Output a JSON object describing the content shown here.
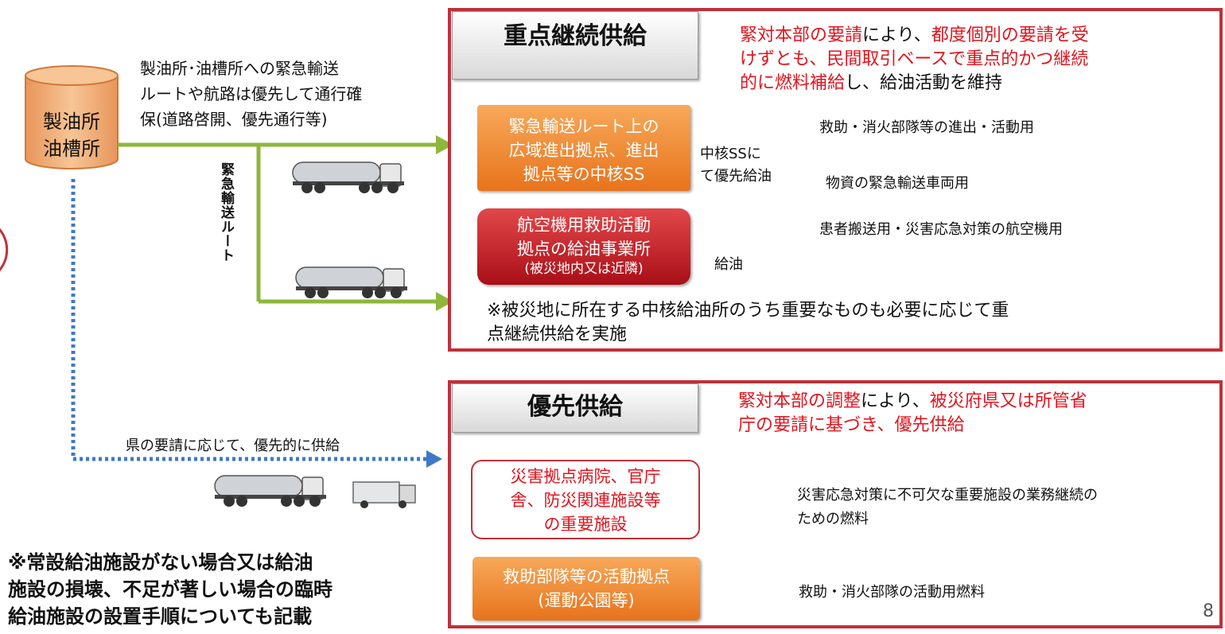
{
  "source": {
    "line1": "製油所",
    "line2": "油槽所",
    "route_note_l1": "製油所･油槽所への緊急輸送",
    "route_note_l2": "ルートや航路は優先して通行確",
    "route_note_l3": "保(道路啓開、優先通行等)",
    "vertical_label": "緊急輸送ルート",
    "dotted_label": "県の要請に応じて、優先的に供給"
  },
  "continuous": {
    "title": "重点継続供給",
    "desc_l1_a": "緊対本部の要請",
    "desc_l1_b": "により、",
    "desc_l1_c": "都度個別の要請を受",
    "desc_l2": "けずとも、民間取引ベースで重点的かつ継続",
    "desc_l3_a": "的に燃料補給",
    "desc_l3_b": "し、給油活動を維持",
    "box1_l1": "緊急輸送ルート上の",
    "box1_l2": "広域進出拠点、進出",
    "box1_l3": "拠点等の中核SS",
    "arrow1_l1": "中核SSに",
    "arrow1_l2": "て優先給油",
    "vehicles_label": "救助・消火部隊等の進出・活動用",
    "goods_label": "物資の緊急輸送車両用",
    "box2_l1": "航空機用救助活動",
    "box2_l2": "拠点の給油事業所",
    "box2_l3": "(被災地内又は近隣)",
    "arrow2_label": "給油",
    "aircraft_label": "患者搬送用・災害応急対策の航空機用",
    "note_l1": "※被災地に所在する中核給油所のうち重要なものも必要に応じて重",
    "note_l2": "点継続供給を実施"
  },
  "priority": {
    "title": "優先供給",
    "desc_l1_a": "緊対本部の調整",
    "desc_l1_b": "により、",
    "desc_l1_c": "被災府県又は所管省",
    "desc_l2": "庁の要請に基づき、優先供給",
    "box1_l1": "災害拠点病院、官庁",
    "box1_l2": "舎、防災関連施設等",
    "box1_l3": "の重要施設",
    "brace1_l1": "災害応急対策に不可欠な重要施設の業務継続の",
    "brace1_l2": "ための燃料",
    "box2_l1": "救助部隊等の活動拠点",
    "box2_l2": "(運動公園等)",
    "brace2_label": "救助・消火部隊の活動用燃料"
  },
  "footnote_l1": "※常設給油施設がない場合又は給油",
  "footnote_l2": "施設の損壊、不足が著しい場合の臨時",
  "footnote_l3": "給油施設の設置手順についても記載",
  "page_number": "8",
  "colors": {
    "panel_border": "#c0303a",
    "accent_red": "#e0141e",
    "flow_green": "#8db83c",
    "dotted_blue": "#3f78c8",
    "orange": "#e8731c",
    "tank_fill": "#f0b077"
  }
}
